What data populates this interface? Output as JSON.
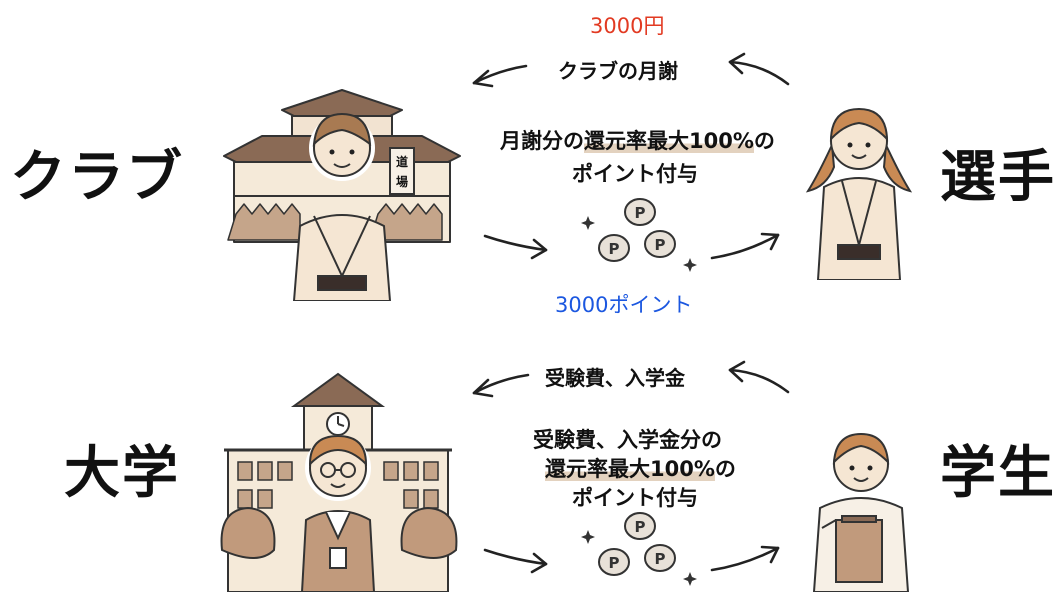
{
  "top": {
    "left_label": "クラブ",
    "right_label": "選手",
    "fee_amount": "3000円",
    "fee_label": "クラブの月謝",
    "desc_line1_a": "月謝分の",
    "desc_line1_b": "還元率最大100%",
    "desc_line1_c": "の",
    "desc_line2": "ポイント付与",
    "points_label": "3000ポイント",
    "dojo_sign": "道場"
  },
  "bottom": {
    "left_label": "大学",
    "right_label": "学生",
    "fee_label": "受験費、入学金",
    "desc_line1": "受験費、入学金分の",
    "desc_line2_a": "還元率最大100%",
    "desc_line2_b": "の",
    "desc_line3": "ポイント付与"
  },
  "coin_glyph": "P",
  "colors": {
    "accent_red": "#e23a22",
    "accent_blue": "#1b57e0",
    "highlight": "#e3d2bf",
    "skin": "#f5e6d3",
    "hair": "#c98a54",
    "roof": "#8a6a55"
  }
}
